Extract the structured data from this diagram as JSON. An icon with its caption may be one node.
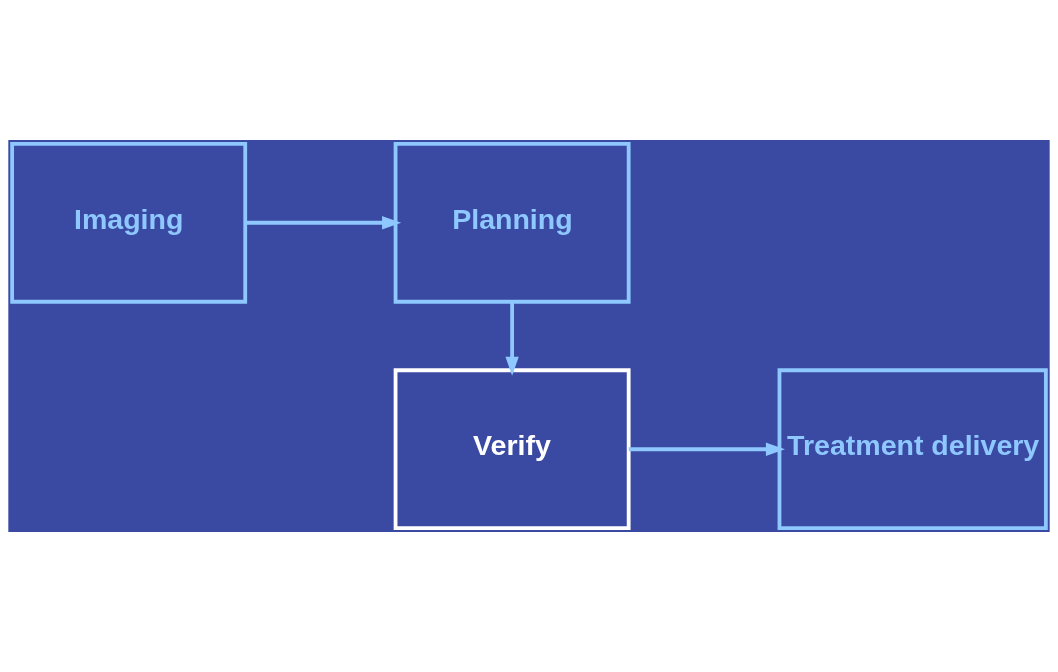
{
  "diagram": {
    "nodes": [
      {
        "text": [
          "Imaging"
        ]
      },
      {
        "text": [
          "Planning"
        ]
      },
      {
        "text": [
          "Verify"
        ]
      },
      {
        "text": [
          "Treatment delivery"
        ]
      }
    ],
    "edges": [
      {
        "from": 0,
        "to": 1,
        "arrow": "to"
      },
      {
        "from": 1,
        "to": 2,
        "arrow": "to"
      },
      {
        "from": 2,
        "to": 3,
        "arrow": "to"
      }
    ]
  }
}
